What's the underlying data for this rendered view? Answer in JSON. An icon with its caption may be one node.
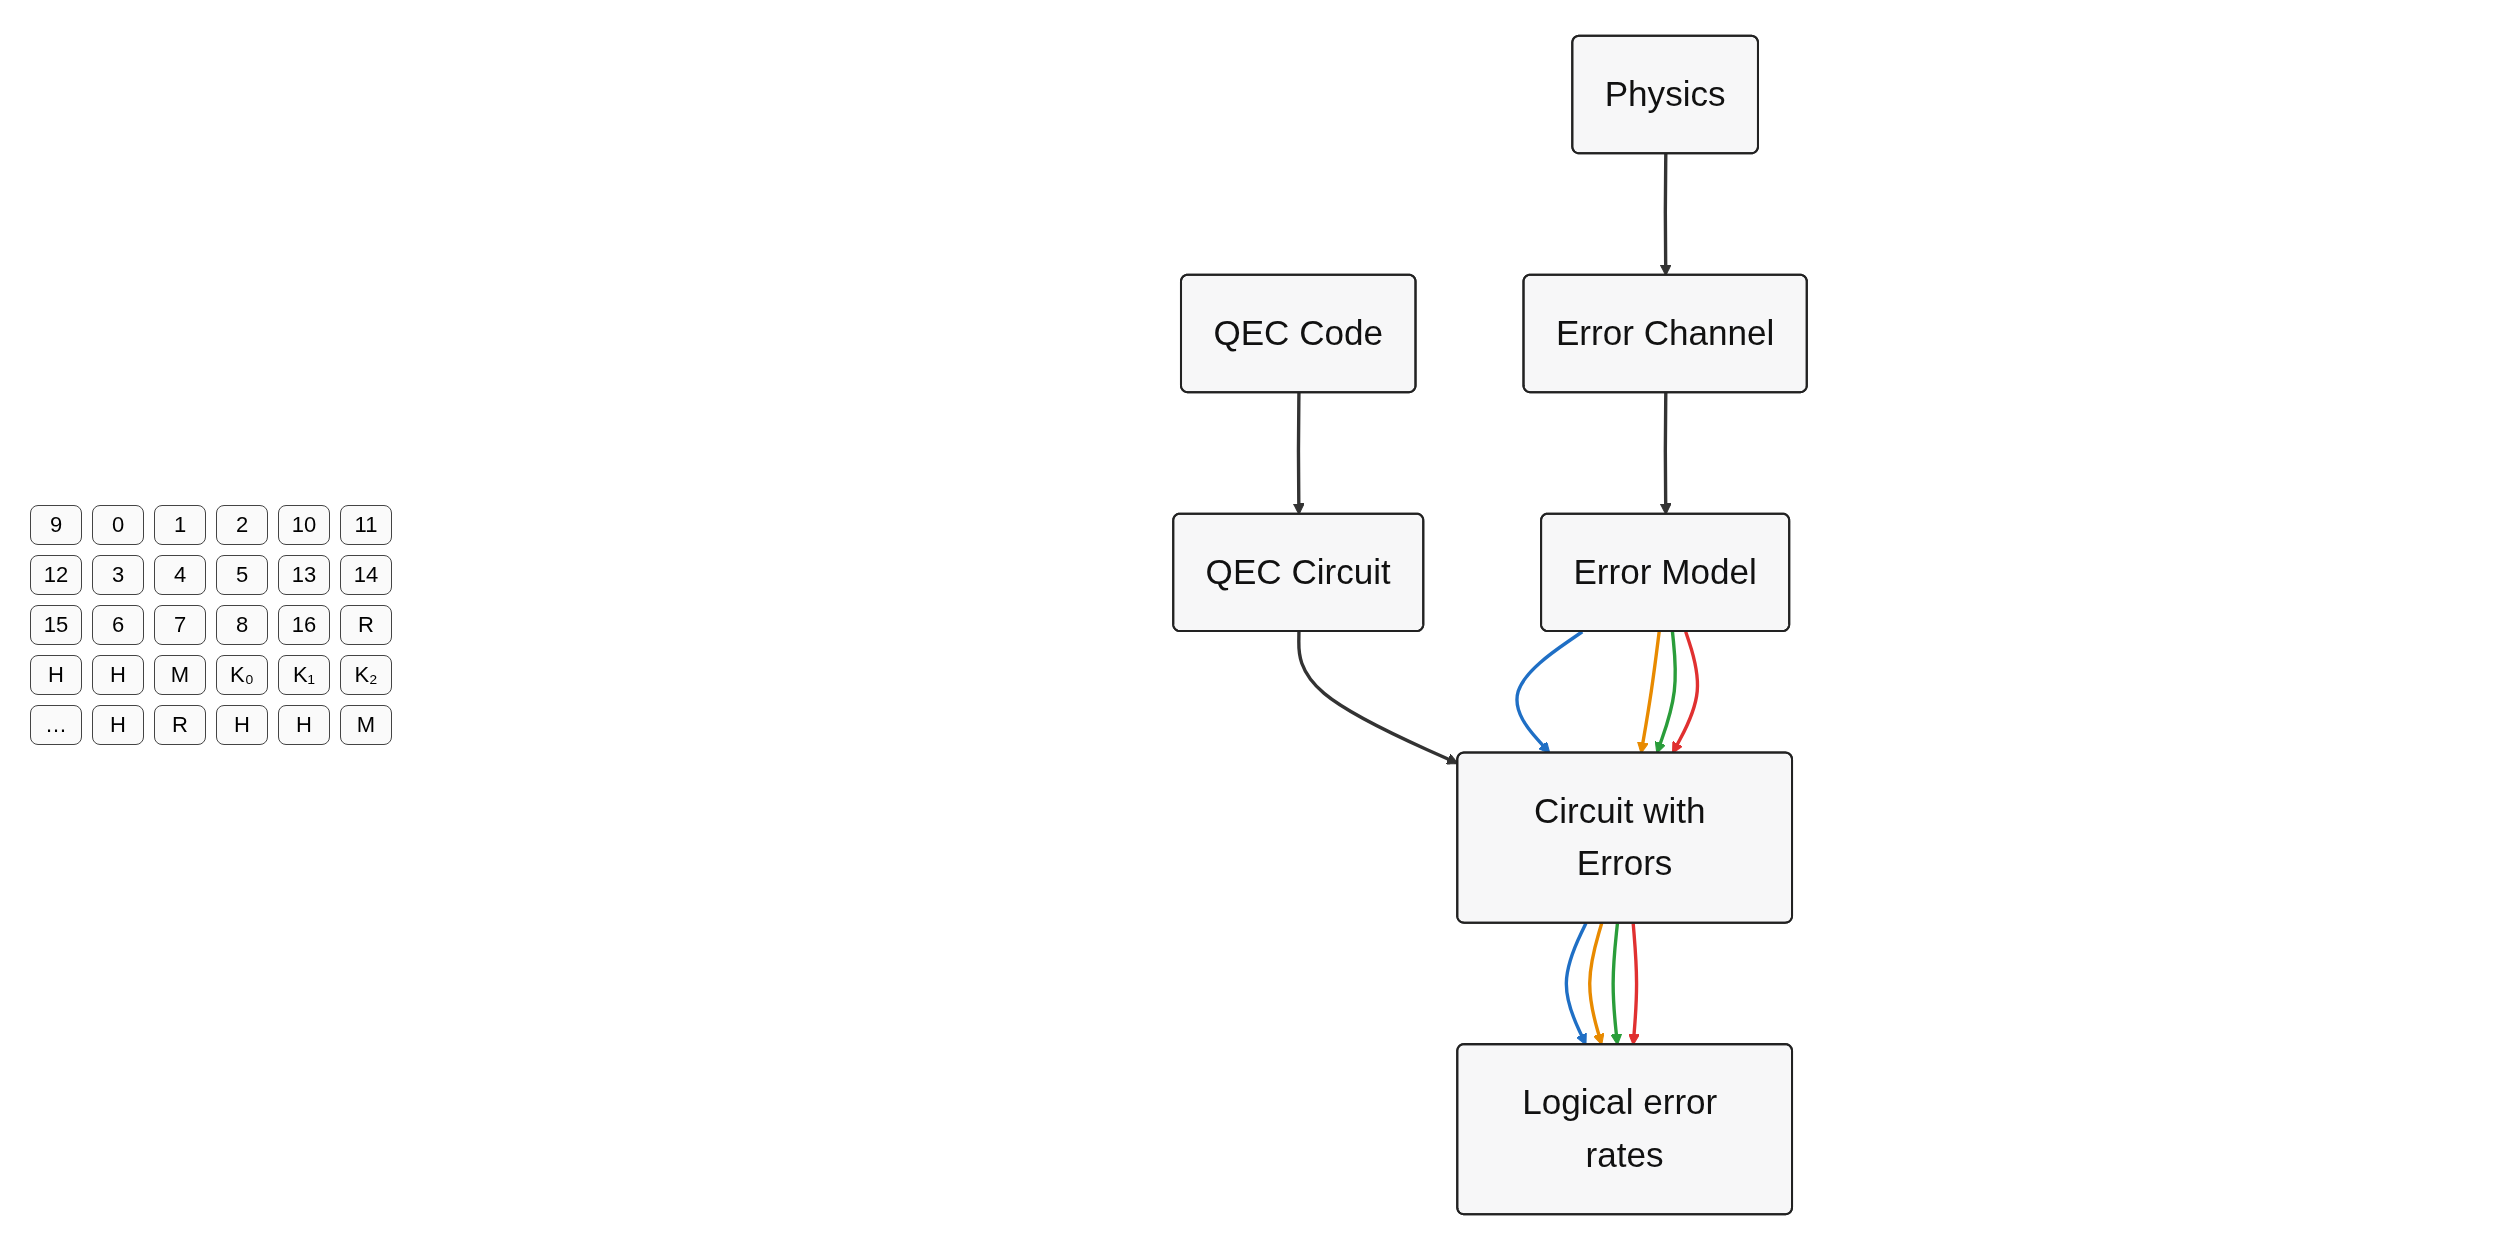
{
  "diagram": {
    "nodes": [
      {
        "text": [
          "QEC Code"
        ]
      },
      {
        "text": [
          "QEC Circuit"
        ]
      },
      {
        "text": [
          "Physics"
        ]
      },
      {
        "text": [
          "Error Channel"
        ]
      },
      {
        "text": [
          "Error Model"
        ]
      },
      {
        "text": [
          "Circuit with Errors"
        ]
      },
      {
        "text": [
          "Logical error rates"
        ]
      }
    ],
    "edges": [
      {
        "from": 0,
        "to": 1,
        "arrow": "to"
      },
      {
        "from": 1,
        "to": 5,
        "arrow": "to"
      },
      {
        "from": 2,
        "to": 3,
        "arrow": "to"
      },
      {
        "from": 3,
        "to": 4,
        "arrow": "to"
      },
      {
        "from": 4,
        "to": 5,
        "arrow": "to",
        "color": "#1f6fc5"
      },
      {
        "from": 4,
        "to": 5,
        "arrow": "to",
        "color": "#e88a00"
      },
      {
        "from": 4,
        "to": 5,
        "arrow": "to",
        "color": "#2a9d3a"
      },
      {
        "from": 4,
        "to": 5,
        "arrow": "to",
        "color": "#e03030"
      },
      {
        "from": 5,
        "to": 6,
        "arrow": "to",
        "color": "#1f6fc5"
      },
      {
        "from": 5,
        "to": 6,
        "arrow": "to",
        "color": "#e88a00"
      },
      {
        "from": 5,
        "to": 6,
        "arrow": "to",
        "color": "#2a9d3a"
      },
      {
        "from": 5,
        "to": 6,
        "arrow": "to",
        "color": "#e03030"
      }
    ],
    "labels": [
      "9",
      "0",
      "1",
      "2",
      "10",
      "11",
      "12",
      "3",
      "4",
      "5",
      "13",
      "14",
      "15",
      "6",
      "7",
      "8",
      "16",
      "R",
      "H",
      "H",
      "M",
      "K₀",
      "K₁",
      "K₂",
      "…",
      "H",
      "R",
      "H",
      "H",
      "M"
    ]
  }
}
